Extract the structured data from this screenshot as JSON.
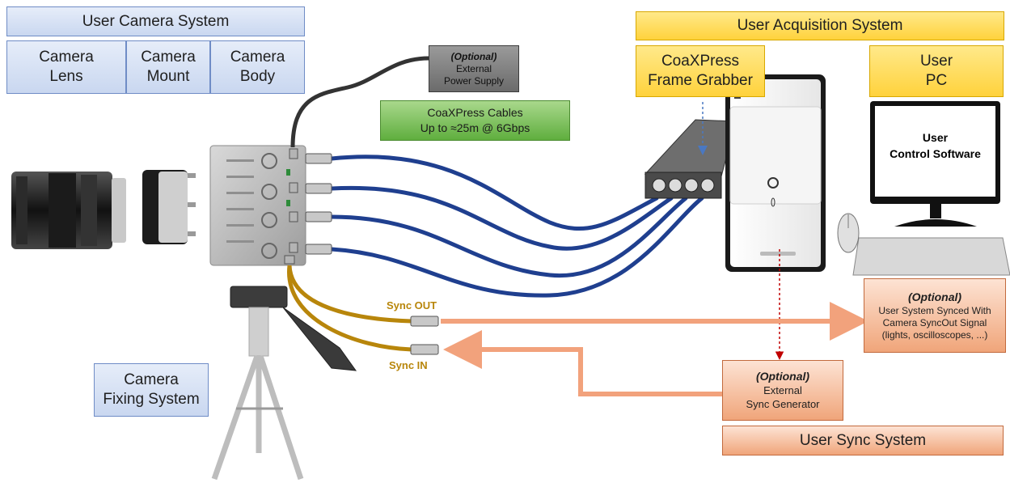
{
  "labels": {
    "user_camera_system": "User Camera System",
    "camera_lens": "Camera\nLens",
    "camera_mount": "Camera\nMount",
    "camera_body": "Camera\nBody",
    "optional": "(Optional)",
    "external_power_supply": "External\nPower Supply",
    "cables": "CoaXPress Cables\nUp to ≈25m @ 6Gbps",
    "user_acquisition_system": "User Acquisition System",
    "frame_grabber": "CoaXPress\nFrame Grabber",
    "user_pc": "User\nPC",
    "control_software": "User\nControl Software",
    "synced_system_text": "User System Synced With\nCamera SyncOut Signal\n(lights, oscilloscopes, ...)",
    "sync_generator_text": "External\nSync Generator",
    "user_sync_system": "User Sync System",
    "camera_fixing_system": "Camera\nFixing System",
    "sync_out": "Sync OUT",
    "sync_in": "Sync IN"
  },
  "colors": {
    "cable_blue": "#1f3f8f",
    "sync_cable": "#b8860b",
    "sync_arrow": "#f2a27c",
    "dotted_link": "#c00000"
  }
}
